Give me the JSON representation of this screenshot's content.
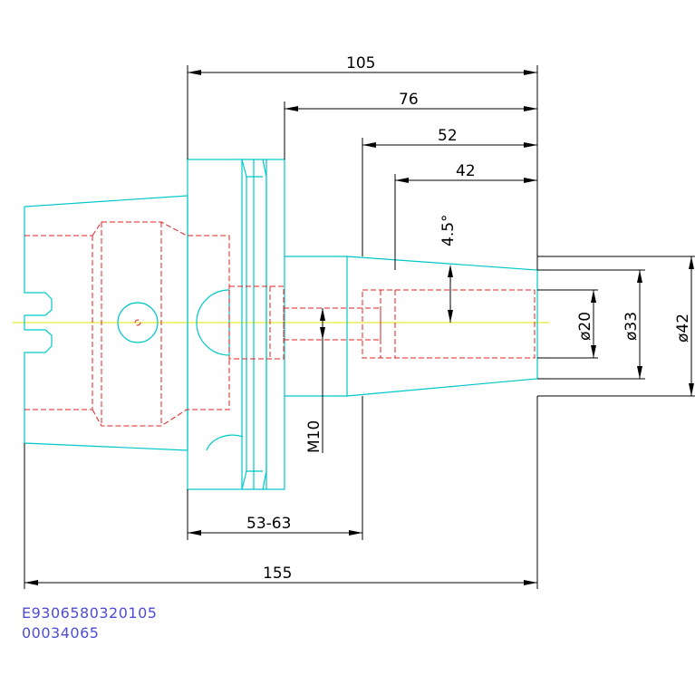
{
  "dimensions": {
    "overall_length": "105",
    "flange_to_end": "76",
    "taper_start": "52",
    "bore_depth": "42",
    "total_length": "155",
    "range": "53-63",
    "angle": "4.5°",
    "dia_bore": "ø20",
    "dia_mid": "ø33",
    "dia_outer": "ø42",
    "thread": "M10"
  },
  "codes": {
    "line1": "E9306580320105",
    "line2": "00034065"
  },
  "colors": {
    "outline": "#00c8c8",
    "hidden": "#e02020",
    "centerline": "#e6e600",
    "dimension": "#000000",
    "code_text": "#4d4dd6"
  }
}
